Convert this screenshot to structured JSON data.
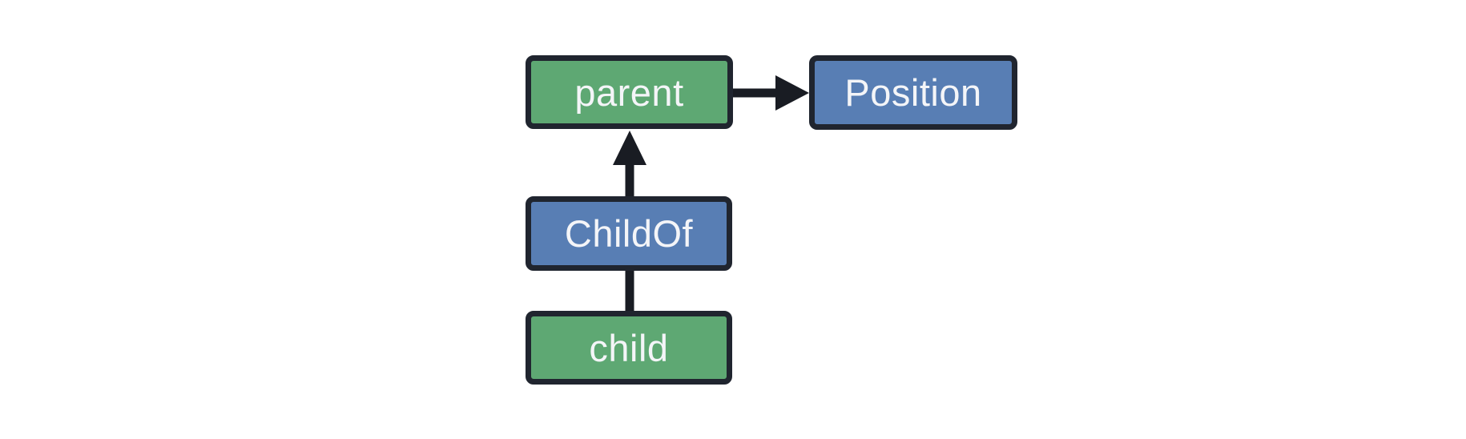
{
  "diagram": {
    "nodes": [
      {
        "id": "parent",
        "label": "parent",
        "fill": "#5ea873"
      },
      {
        "id": "Position",
        "label": "Position",
        "fill": "#587eb4"
      },
      {
        "id": "ChildOf",
        "label": "ChildOf",
        "fill": "#587eb4"
      },
      {
        "id": "child",
        "label": "child",
        "fill": "#5ea873"
      }
    ],
    "edges": [
      {
        "from": "parent",
        "to": "Position",
        "arrowhead": true,
        "direction": "right"
      },
      {
        "from": "ChildOf",
        "to": "parent",
        "arrowhead": true,
        "direction": "up"
      },
      {
        "from": "child",
        "to": "ChildOf",
        "arrowhead": false,
        "direction": "up"
      }
    ],
    "colors": {
      "node_green": "#5ea873",
      "node_blue": "#587eb4",
      "node_border": "#20252f",
      "edge": "#191c23",
      "text": "#f4f5f8",
      "background": "#ffffff"
    }
  }
}
